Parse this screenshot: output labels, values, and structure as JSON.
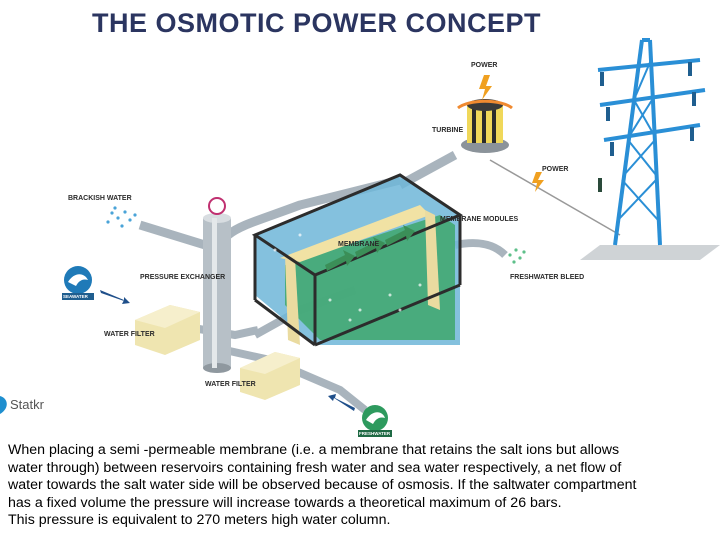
{
  "title": "THE OSMOTIC POWER CONCEPT",
  "labels": {
    "power_top": "POWER",
    "turbine": "TURBINE",
    "power_line": "POWER",
    "brackish_water": "BRACKISH WATER",
    "membrane_modules": "MEMBRANE MODULES",
    "membrane": "MEMBRANE",
    "pressure_exchanger": "PRESSURE EXCHANGER",
    "freshwater_bleed": "FRESHWATER BLEED",
    "seawater": "SEAWATER",
    "water_filter_1": "WATER FILTER",
    "water_filter_2": "WATER FILTER",
    "freshwater": "FRESHWATER"
  },
  "logo_text": "Statkr",
  "caption": [
    "When placing a semi -permeable membrane (i.e. a membrane that retains the salt ions but allows",
    " water through) between reservoirs containing fresh water and sea water respectively, a net flow of",
    "water towards the salt water side will be observed because of osmosis. If the saltwater compartment",
    " has a fixed volume the pressure will increase towards a theoretical maximum of 26 bars.",
    "This pressure is equivalent to 270 meters high water column."
  ],
  "colors": {
    "title": "#2b3560",
    "tower": "#2a8fd6",
    "saltwater": "#4a9fc8",
    "freshwater": "#3fa86a",
    "pipe": "#a9b4bd"
  }
}
